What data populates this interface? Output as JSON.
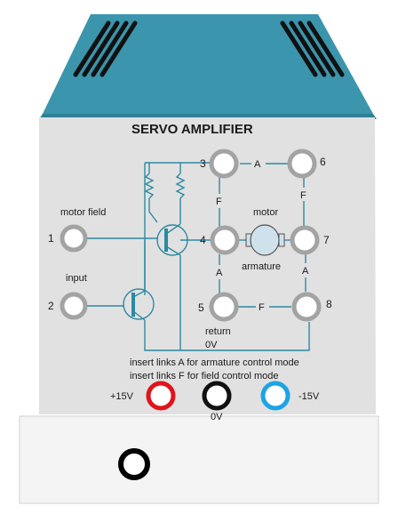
{
  "title": "SERVO AMPLIFIER",
  "labels": {
    "motor_field": "motor field",
    "input": "input",
    "motor": "motor",
    "armature": "armature",
    "return": "return",
    "zero_v_top": "0V",
    "instruction_1": "insert links A for armature control mode",
    "instruction_2": "insert links F for field control mode",
    "plus15": "+15V",
    "zero_v_bottom": "0V",
    "minus15": "-15V"
  },
  "terminals": {
    "t1": "1",
    "t2": "2",
    "t3": "3",
    "t4": "4",
    "t5": "5",
    "t6": "6",
    "t7": "7",
    "t8": "8"
  },
  "links": {
    "a_3_6": "A",
    "f_3_4": "F",
    "f_6_7": "F",
    "a_4_5": "A",
    "a_7_8": "A",
    "f_5_8": "F"
  },
  "colors": {
    "housing_blue": "#3b95ad",
    "panel_grey": "#e1e1e1",
    "lower_panel": "#f4f4f4",
    "wire": "#2b8aa3",
    "socket_grey": "#a3a3a3",
    "plus15_socket": "#e0141c",
    "zero_socket": "#111111",
    "minus15_socket": "#1ca4e4"
  }
}
